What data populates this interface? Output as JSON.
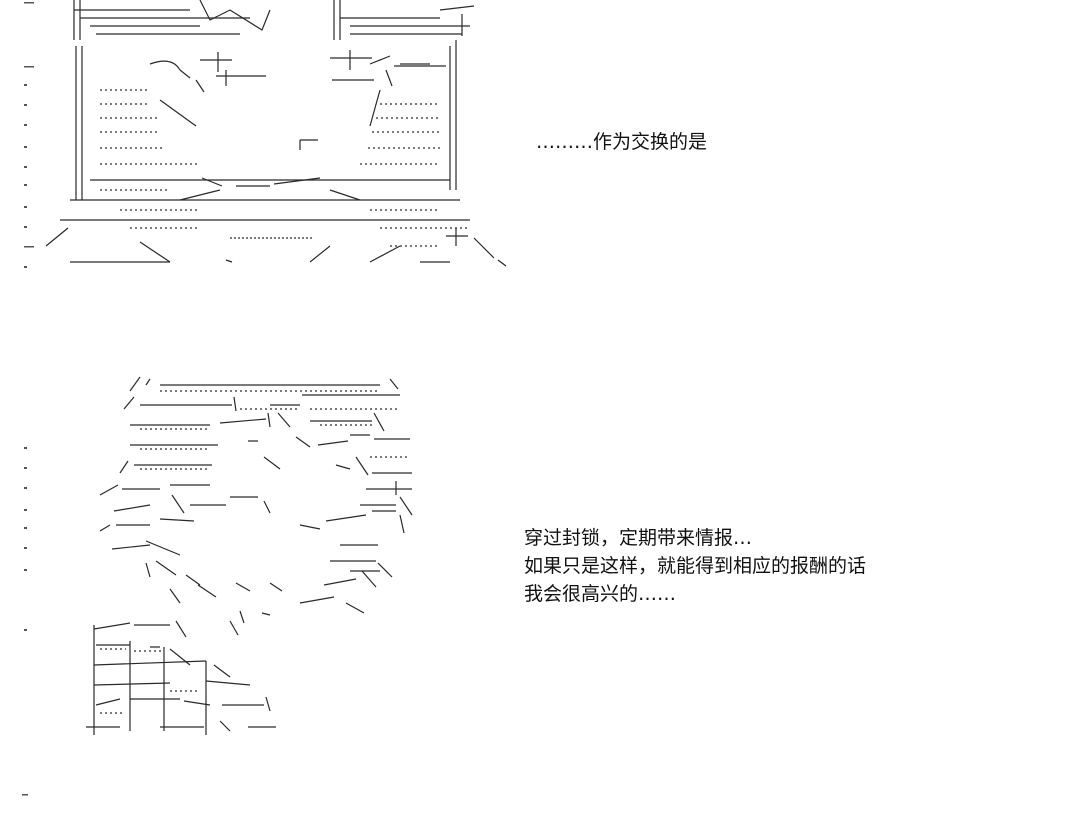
{
  "panels": [
    {
      "caption_lines": [
        "………作为交换的是"
      ]
    },
    {
      "caption_lines": [
        "穿过封锁，定期带来情报…",
        "如果只是这样，就能得到相应的报酬的话",
        "我会很高兴的……"
      ]
    }
  ],
  "colors": {
    "background": "#ffffff",
    "text": "#111111",
    "art": "#2a2a2a"
  }
}
